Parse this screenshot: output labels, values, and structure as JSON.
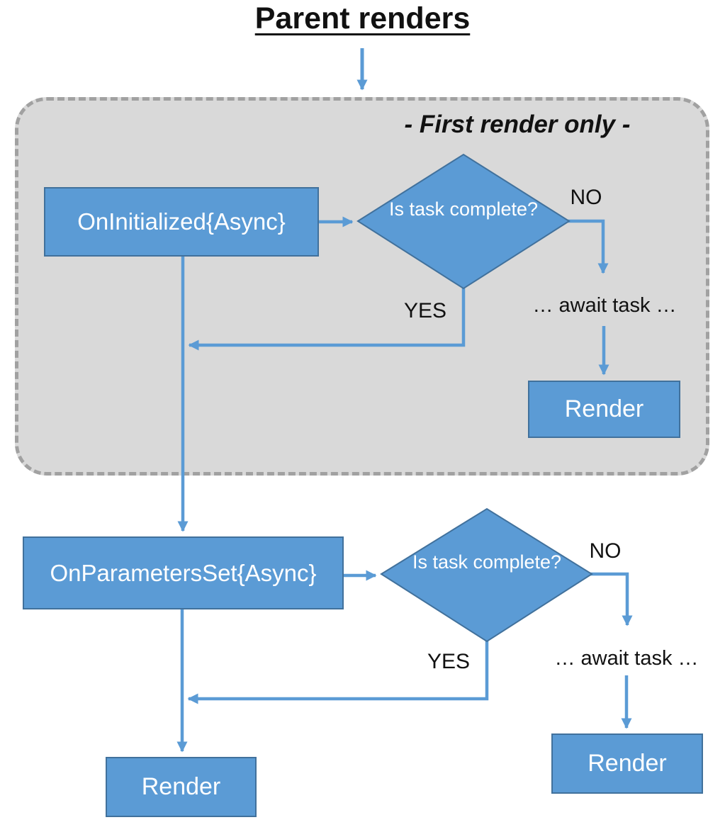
{
  "title": "Parent renders",
  "panel": {
    "label": "- First render only -"
  },
  "nodes": {
    "on_initialized": "OnInitialized{Async}",
    "decision1": "Is task complete?",
    "await1": "… await task …",
    "render1": "Render",
    "on_parameters_set": "OnParametersSet{Async}",
    "decision2": "Is task complete?",
    "await2": "… await task …",
    "render2": "Render",
    "render3": "Render"
  },
  "edge_labels": {
    "no1": "NO",
    "yes1": "YES",
    "no2": "NO",
    "yes2": "YES"
  },
  "colors": {
    "shape_fill": "#5b9bd5",
    "shape_border": "#41719c",
    "arrow": "#5b9bd5",
    "panel_fill": "#d9d9d9",
    "panel_border": "#a1a1a1",
    "text_dark": "#111111",
    "text_light": "#ffffff"
  }
}
